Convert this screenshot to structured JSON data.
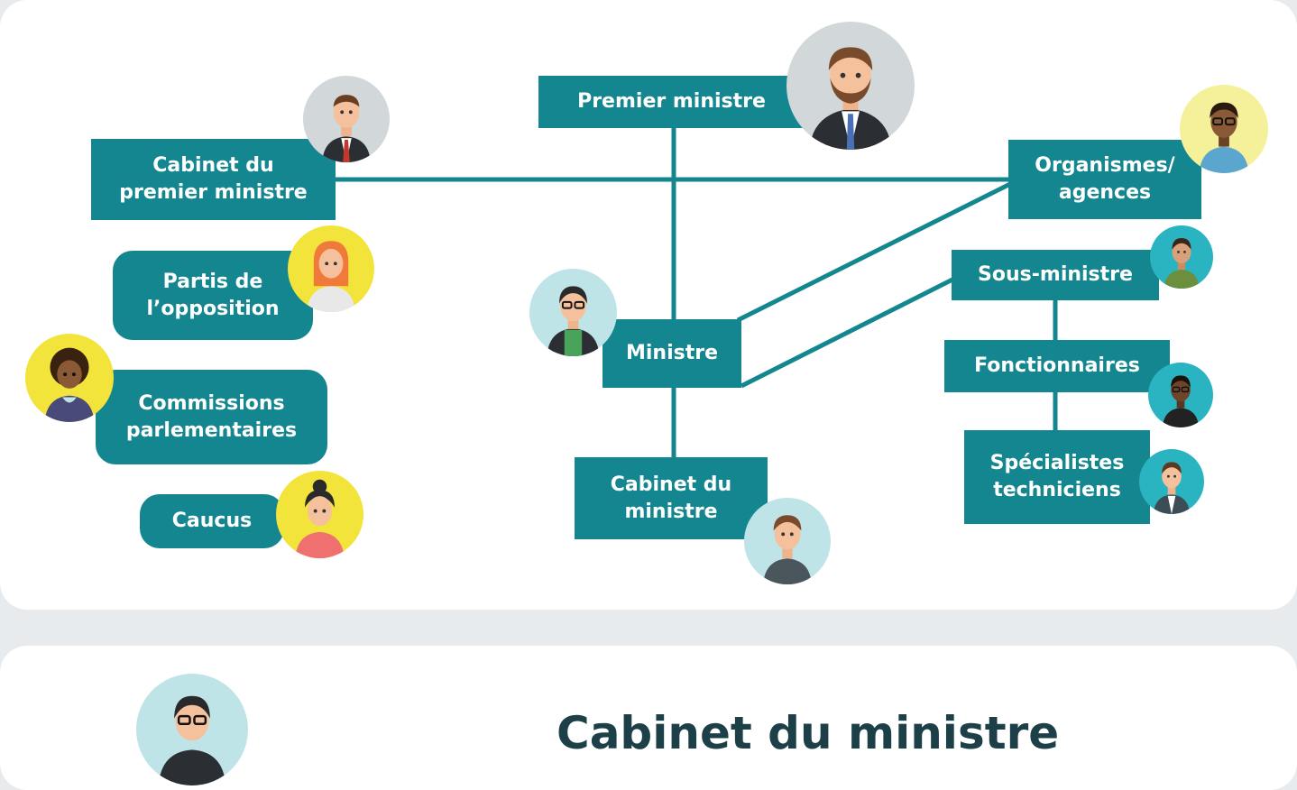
{
  "nodes": {
    "premier_ministre": "Premier ministre",
    "cabinet_premier": "Cabinet du\npremier ministre",
    "organismes": "Organismes/\nagences",
    "sous_ministre": "Sous-ministre",
    "fonctionnaires": "Fonctionnaires",
    "specialistes": "Spécialistes\ntechniciens",
    "ministre": "Ministre",
    "cabinet_ministre": "Cabinet du\nministre",
    "partis": "Partis de\nl’opposition",
    "commissions": "Commissions\nparlementaires",
    "caucus": "Caucus"
  },
  "bottom_section": {
    "title": "Cabinet du ministre"
  },
  "colors": {
    "box": "#148690",
    "background": "#e8ebed",
    "panel": "#ffffff",
    "title": "#1d3f48"
  }
}
